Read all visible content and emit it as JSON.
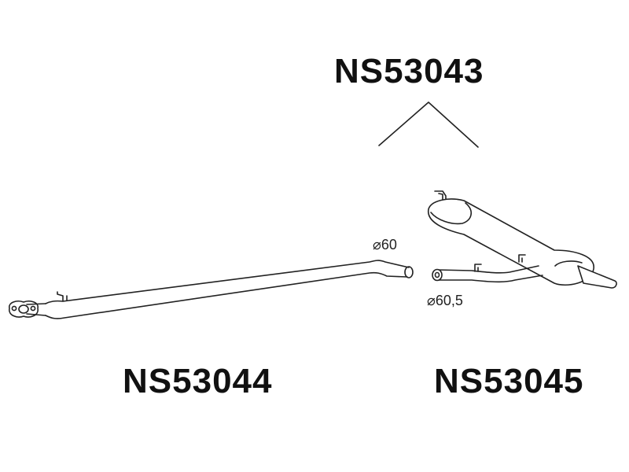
{
  "labels": {
    "assembly": "NS53043",
    "front_pipe": "NS53044",
    "rear_silencer": "NS53045"
  },
  "dimensions": {
    "pipe_diameter": "⌀60",
    "silencer_inlet_diameter": "⌀60,5"
  },
  "colors": {
    "line": "#222222",
    "background": "#ffffff"
  }
}
